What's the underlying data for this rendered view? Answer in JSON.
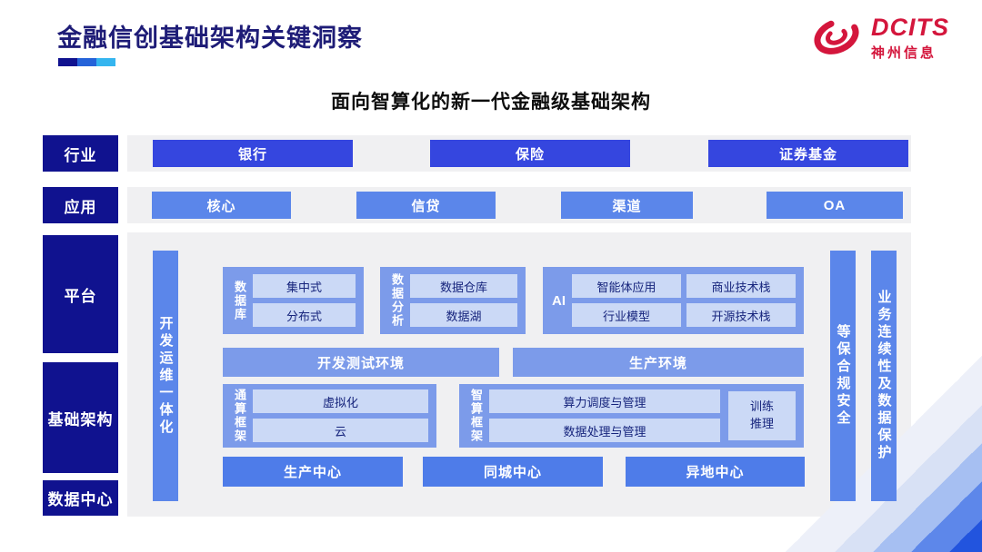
{
  "slide": {
    "title": "金融信创基础架构关键洞察",
    "subtitle": "面向智算化的新一代金融级基础架构"
  },
  "logo": {
    "brand": "DCITS",
    "company": "神州信息",
    "icon": "swirl-icon"
  },
  "rows": {
    "industry": {
      "label": "行业",
      "items": [
        "银行",
        "保险",
        "证券基金"
      ]
    },
    "application": {
      "label": "应用",
      "items": [
        "核心",
        "信贷",
        "渠道",
        "OA"
      ]
    },
    "platform": {
      "label": "平台"
    },
    "infrastructure": {
      "label": "基础架构"
    },
    "datacenter": {
      "label": "数据中心"
    }
  },
  "panel": {
    "devops_bar": "开发运维一体化",
    "security_bar": "等保合规安全",
    "continuity_bar": "业务连续性及数据保护",
    "groups": {
      "database": {
        "label": "数据库",
        "items": [
          "集中式",
          "分布式"
        ]
      },
      "analytics": {
        "label": "数据分析",
        "items": [
          "数据仓库",
          "数据湖"
        ]
      },
      "ai": {
        "label": "AI",
        "items": [
          "智能体应用",
          "商业技术栈",
          "行业模型",
          "开源技术栈"
        ]
      }
    },
    "environments": [
      "开发测试环境",
      "生产环境"
    ],
    "frameworks": {
      "general": {
        "label": "通算框架",
        "items": [
          "虚拟化",
          "云"
        ]
      },
      "intelligent": {
        "label": "智算框架",
        "items": [
          "算力调度与管理",
          "数据处理与管理"
        ],
        "side": "训练推理"
      }
    },
    "centers": [
      "生产中心",
      "同城中心",
      "异地中心"
    ]
  },
  "colors": {
    "title_navy": "#1E1C77",
    "rail_navy": "#10128F",
    "royal_blue": "#3546DF",
    "medium_blue": "#5B86EA",
    "group_blue": "#7C9BEA",
    "chip_blue": "#CBD9F6",
    "chip_text": "#16247C",
    "center_blue": "#4E7CE9",
    "logo_red": "#D4163C",
    "panel_gray": "#F0F0F2",
    "underline": [
      "#10128F",
      "#2563D9",
      "#35B5EF"
    ]
  }
}
